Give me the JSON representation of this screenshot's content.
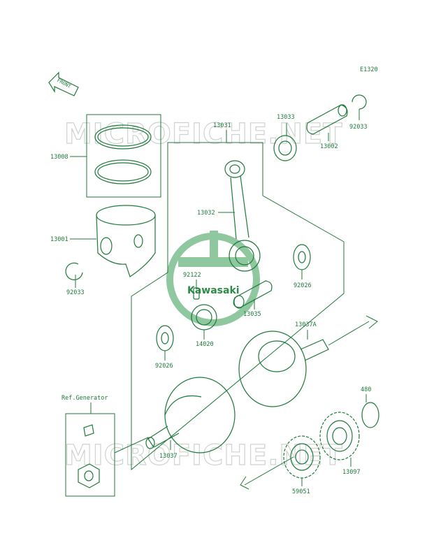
{
  "diagram_code": "E1320",
  "front_label": "FRONT",
  "watermark_text": "MICROFICHE.NET",
  "logo_text": "Kawasaki",
  "ref_label": "Ref.Generator",
  "part_numbers": {
    "piston_rings": "13008",
    "piston": "13001",
    "circlip_left": "92033",
    "crankshaft_assy": "13031",
    "con_rod": "13032",
    "pin": "92122",
    "bearing_lower": "14020",
    "washer_right": "92026",
    "washer_left": "92026",
    "crankpin": "13035",
    "bearing_top": "13033",
    "piston_pin": "13002",
    "circlip_right": "92033",
    "crank_right": "13037A",
    "crank_left": "13037",
    "circlip_480": "480",
    "gear_59051": "59051",
    "gear_13097": "13097"
  },
  "colors": {
    "line": "#1e7a3a",
    "watermark": "#cfd3cf",
    "logo": "#8fc79e"
  }
}
